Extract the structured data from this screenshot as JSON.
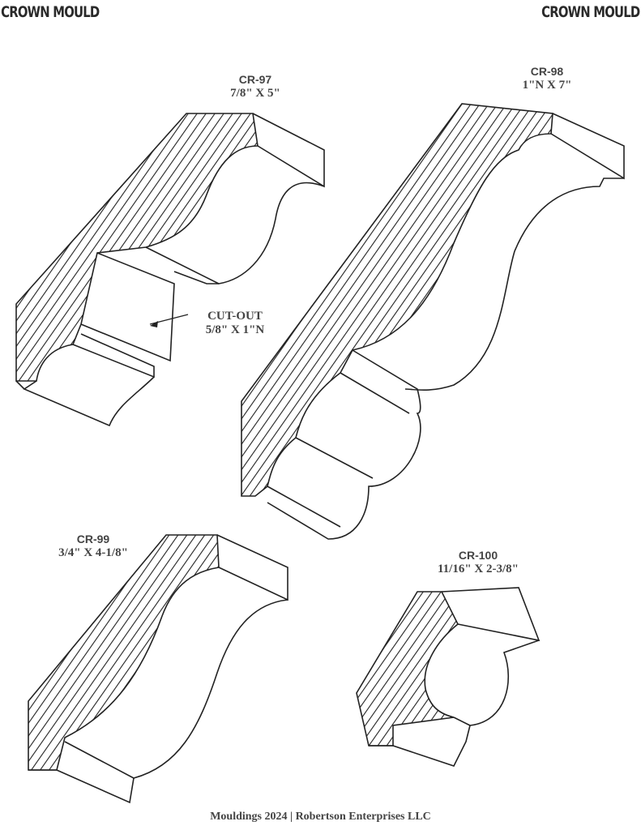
{
  "header": {
    "left_title": "CROWN MOULD",
    "right_title": "CROWN MOULD"
  },
  "items": [
    {
      "code": "CR-97",
      "size": "7/8\" X 5\""
    },
    {
      "code": "CR-98",
      "size": "1\"N X 7\""
    },
    {
      "code": "CR-99",
      "size": "3/4\" X 4-1/8\""
    },
    {
      "code": "CR-100",
      "size": "11/16\" X 2-3/8\""
    }
  ],
  "cutout": {
    "label": "CUT-OUT",
    "size": "5/8\" X 1\"N"
  },
  "footer": "Mouldings 2024 | Robertson Enterprises LLC"
}
